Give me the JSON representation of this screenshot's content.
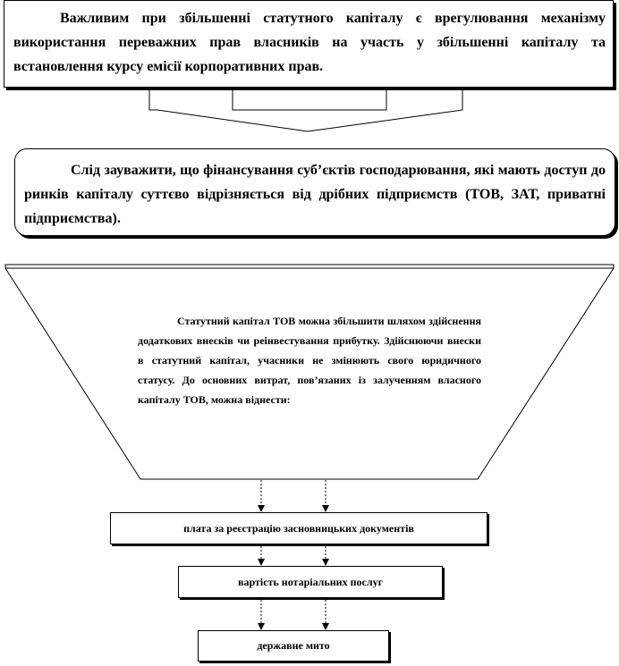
{
  "box_top": {
    "text": "Важливим при збільшенні статутного капіталу є врегулювання механізму використання переважних прав власників на участь у збільшенні капіталу та встановлення курсу емісії корпоративних прав."
  },
  "box_middle": {
    "text": "Слід зауважити, що фінансування суб’єктів господарювання, які мають доступ до ринків капіталу суттєво відрізняється від дрібних підприємств (ТОВ, ЗАТ, приватні підприємства)."
  },
  "funnel": {
    "text": "Статутний капітал ТОВ можна збільшити шляхом здійснення додаткових внесків чи реінвестування прибутку. Здійснюючи внески в статутний капітал, учасники не змінюють свого юридичного статусу. До основних витрат, пов’язаних із залученням власного капіталу ТОВ, можна віднести:"
  },
  "costs": [
    {
      "label": "плата за реєстрацію засновницьких документів"
    },
    {
      "label": "вартість нотаріальних послуг"
    },
    {
      "label": "державне мито"
    }
  ],
  "colors": {
    "line": "#000000",
    "background": "#ffffff"
  }
}
